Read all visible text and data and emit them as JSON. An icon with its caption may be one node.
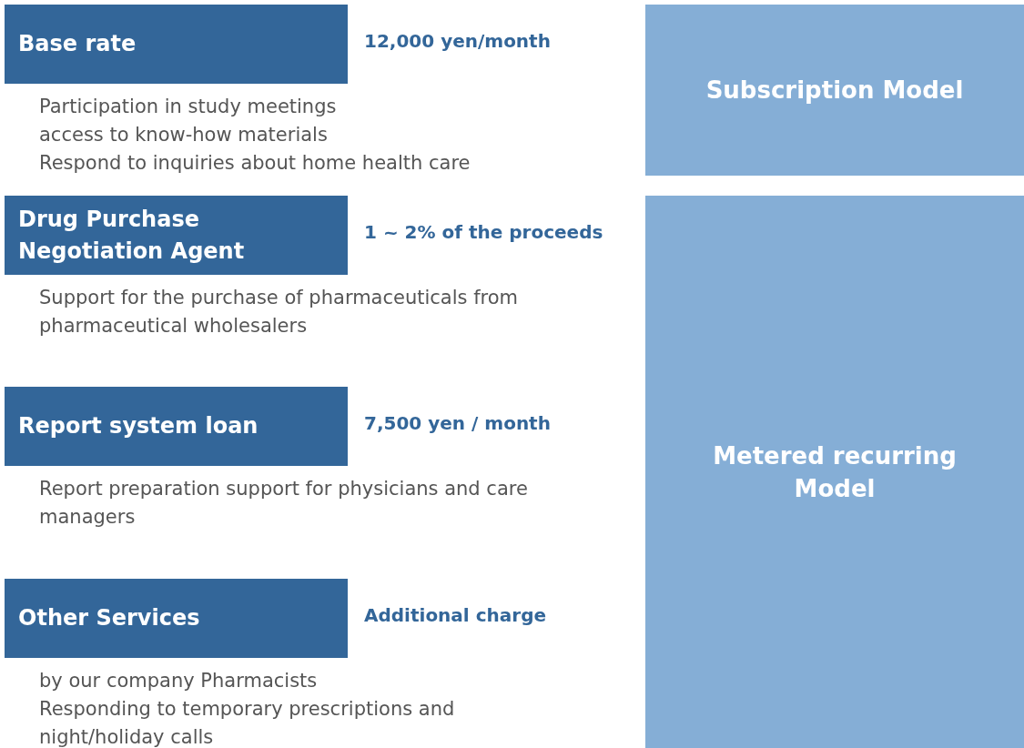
{
  "diagram": {
    "nodes": [
      {
        "text": [
          "Base rate"
        ],
        "beside": [
          "12,000 yen/month",
          "Participation in study meetings",
          "access to know-how materials",
          "Respond to inquiries about home health care"
        ]
      },
      {
        "text": [
          "Drug Purchase Negotiation Agent"
        ],
        "beside": [
          "1 ~ 2% of the proceeds",
          "Support for the purchase of pharmaceuticals from pharmaceutical wholesalers"
        ]
      },
      {
        "text": [
          "Report system loan"
        ],
        "beside": [
          "7,500 yen / month",
          "Report preparation support for physicians and care managers"
        ]
      },
      {
        "text": [
          "Other Services"
        ],
        "beside": [
          "Additional charge",
          "by our company Pharmacists",
          "Responding to temporary prescriptions and night/holiday calls"
        ]
      },
      {
        "text": [
          "Subscription Model"
        ]
      },
      {
        "text": [
          "Metered recurring Model"
        ]
      }
    ]
  }
}
